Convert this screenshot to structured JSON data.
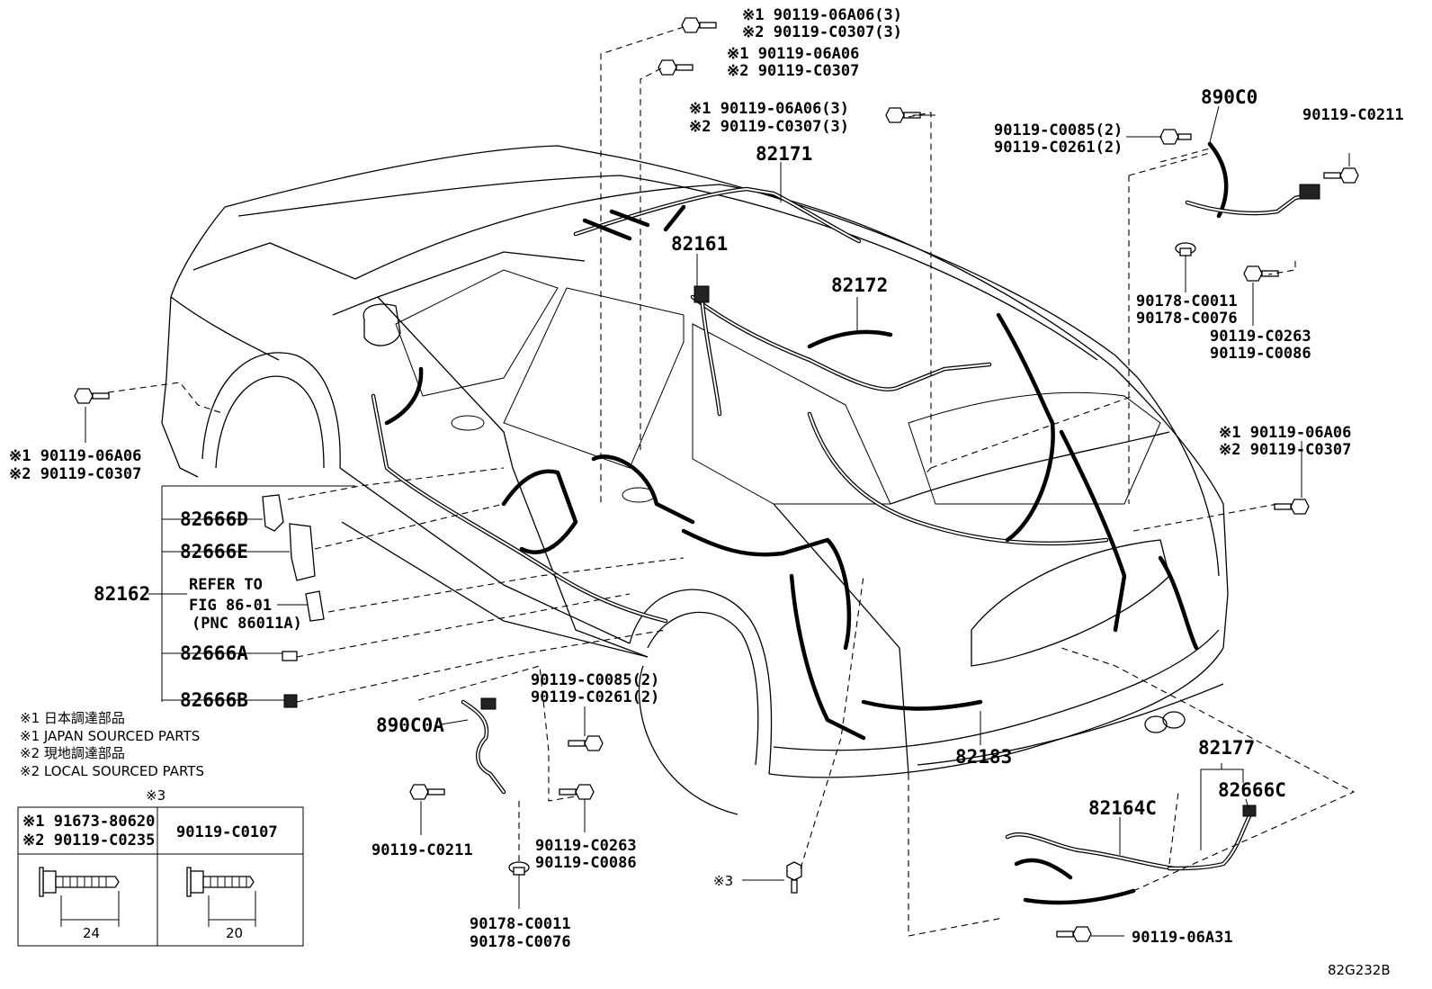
{
  "diagram": {
    "figure_code": "82G232B",
    "callouts": {
      "top_bolt_a": {
        "l1": "※1 90119-06A06(3)",
        "l2": "※2 90119-C0307(3)"
      },
      "top_bolt_b": {
        "l1": "※1 90119-06A06",
        "l2": "※2 90119-C0307"
      },
      "top_bolt_c": {
        "l1": "※1 90119-06A06(3)",
        "l2": "※2 90119-C0307(3)"
      },
      "p82171": "82171",
      "p82161": "82161",
      "p82172": "82172",
      "left_bolt": {
        "l1": "※1 90119-06A06",
        "l2": "※2 90119-C0307"
      },
      "p890C0": "890C0",
      "tr_bolt_a": {
        "l1": "90119-C0085(2)",
        "l2": "90119-C0261(2)"
      },
      "tr_bolt_b": "90119-C0211",
      "tr_clip": {
        "l1": "90178-C0011",
        "l2": "90178-C0076"
      },
      "tr_bolt_c": {
        "l1": "90119-C0263",
        "l2": "90119-C0086"
      },
      "right_bolt": {
        "l1": "※1 90119-06A06",
        "l2": "※2 90119-C0307"
      },
      "p82162": "82162",
      "p82666D": "82666D",
      "p82666E": "82666E",
      "refer": {
        "l1": "REFER TO",
        "l2": "FIG 86-01",
        "l3": "(PNC 86011A)"
      },
      "p82666A": "82666A",
      "p82666B": "82666B",
      "p890C0A": "890C0A",
      "mid_bolt_a": {
        "l1": "90119-C0085(2)",
        "l2": "90119-C0261(2)"
      },
      "mid_bolt_b": "90119-C0211",
      "mid_bolt_c": {
        "l1": "90119-C0263",
        "l2": "90119-C0086"
      },
      "mid_clip": {
        "l1": "90178-C0011",
        "l2": "90178-C0076"
      },
      "star3": "※3",
      "p82183": "82183",
      "p82177": "82177",
      "p82666C": "82666C",
      "p82164C": "82164C",
      "bottom_bolt": "90119-06A31"
    },
    "notes": {
      "n1": "※1 日本調達部品",
      "n2": "※1 JAPAN SOURCED PARTS",
      "n3": "※2 現地調達部品",
      "n4": "※2 LOCAL SOURCED PARTS"
    },
    "table": {
      "title": "※3",
      "col1": {
        "l1": "※1 91673-80620",
        "l2": "※2 90119-C0235",
        "dim": "24"
      },
      "col2": {
        "l1": "90119-C0107",
        "dim": "20"
      }
    }
  }
}
